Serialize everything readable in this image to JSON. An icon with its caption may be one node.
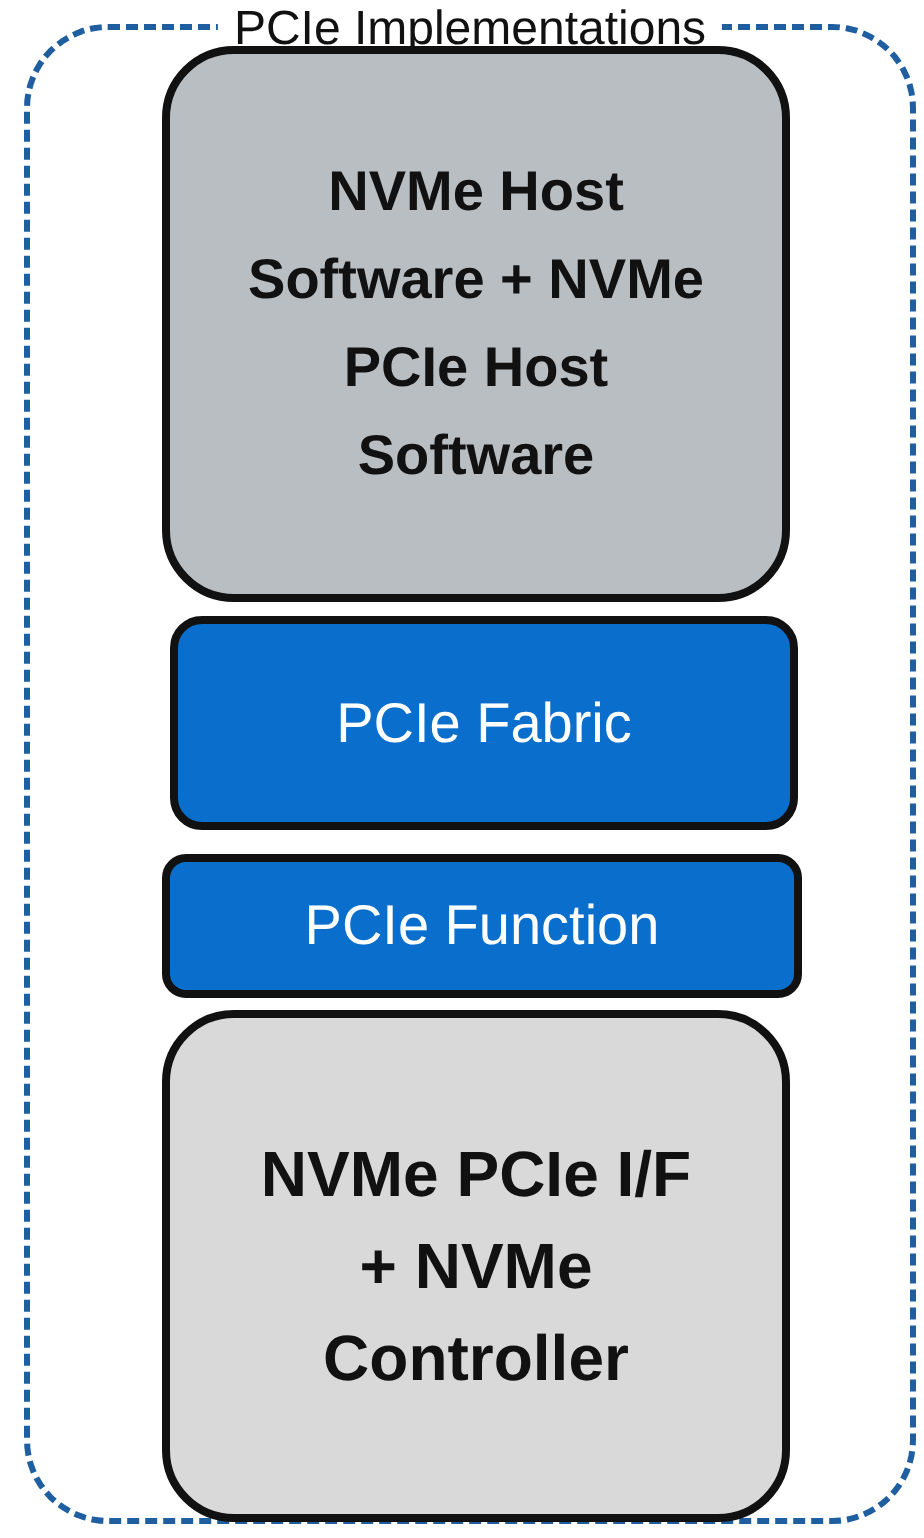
{
  "diagram": {
    "nodes": [
      {
        "text": [
          "PCIe Implementations"
        ]
      },
      {
        "text": [
          "NVMe Host Software + NVMe PCIe Host Software"
        ],
        "in": 0
      },
      {
        "text": [
          "PCIe Fabric"
        ],
        "in": 0
      },
      {
        "text": [
          "PCIe Function"
        ],
        "in": 0
      },
      {
        "text": [
          "NVMe PCIe I/F + NVMe Controller"
        ],
        "in": 0
      }
    ],
    "edges": []
  }
}
